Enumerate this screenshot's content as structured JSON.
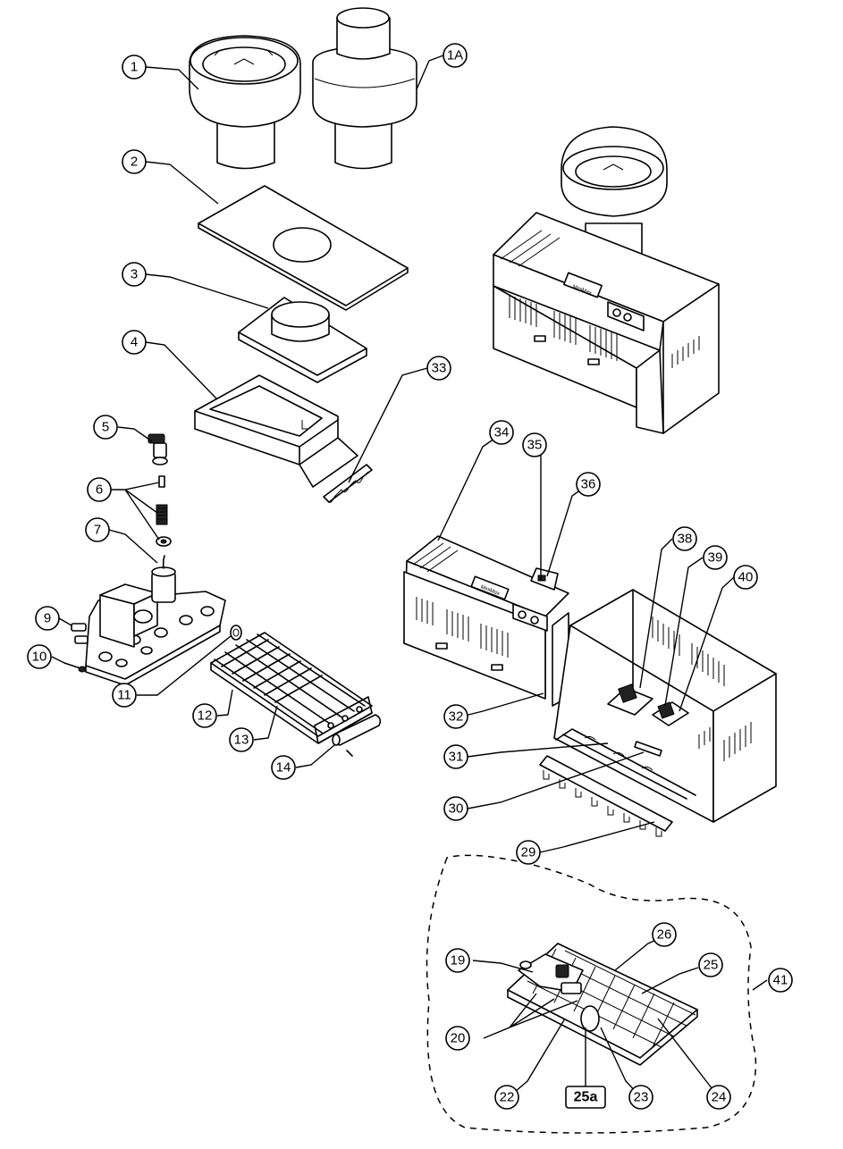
{
  "callouts": {
    "c1": "1",
    "c1A": "1A",
    "c2": "2",
    "c3": "3",
    "c4": "4",
    "c5": "5",
    "c6": "6",
    "c7": "7",
    "c9": "9",
    "c10": "10",
    "c11": "11",
    "c12": "12",
    "c13": "13",
    "c14": "14",
    "c19": "19",
    "c20": "20",
    "c22": "22",
    "c23": "23",
    "c24": "24",
    "c25": "25",
    "c25a": "25a",
    "c26": "26",
    "c29": "29",
    "c30": "30",
    "c31": "31",
    "c32": "32",
    "c33": "33",
    "c34": "34",
    "c35": "35",
    "c36": "36",
    "c38": "38",
    "c39": "39",
    "c40": "40",
    "c41": "41"
  },
  "panel_labels": {
    "assembled_heater": "MiniMax",
    "front_panel": "MiniMax"
  }
}
